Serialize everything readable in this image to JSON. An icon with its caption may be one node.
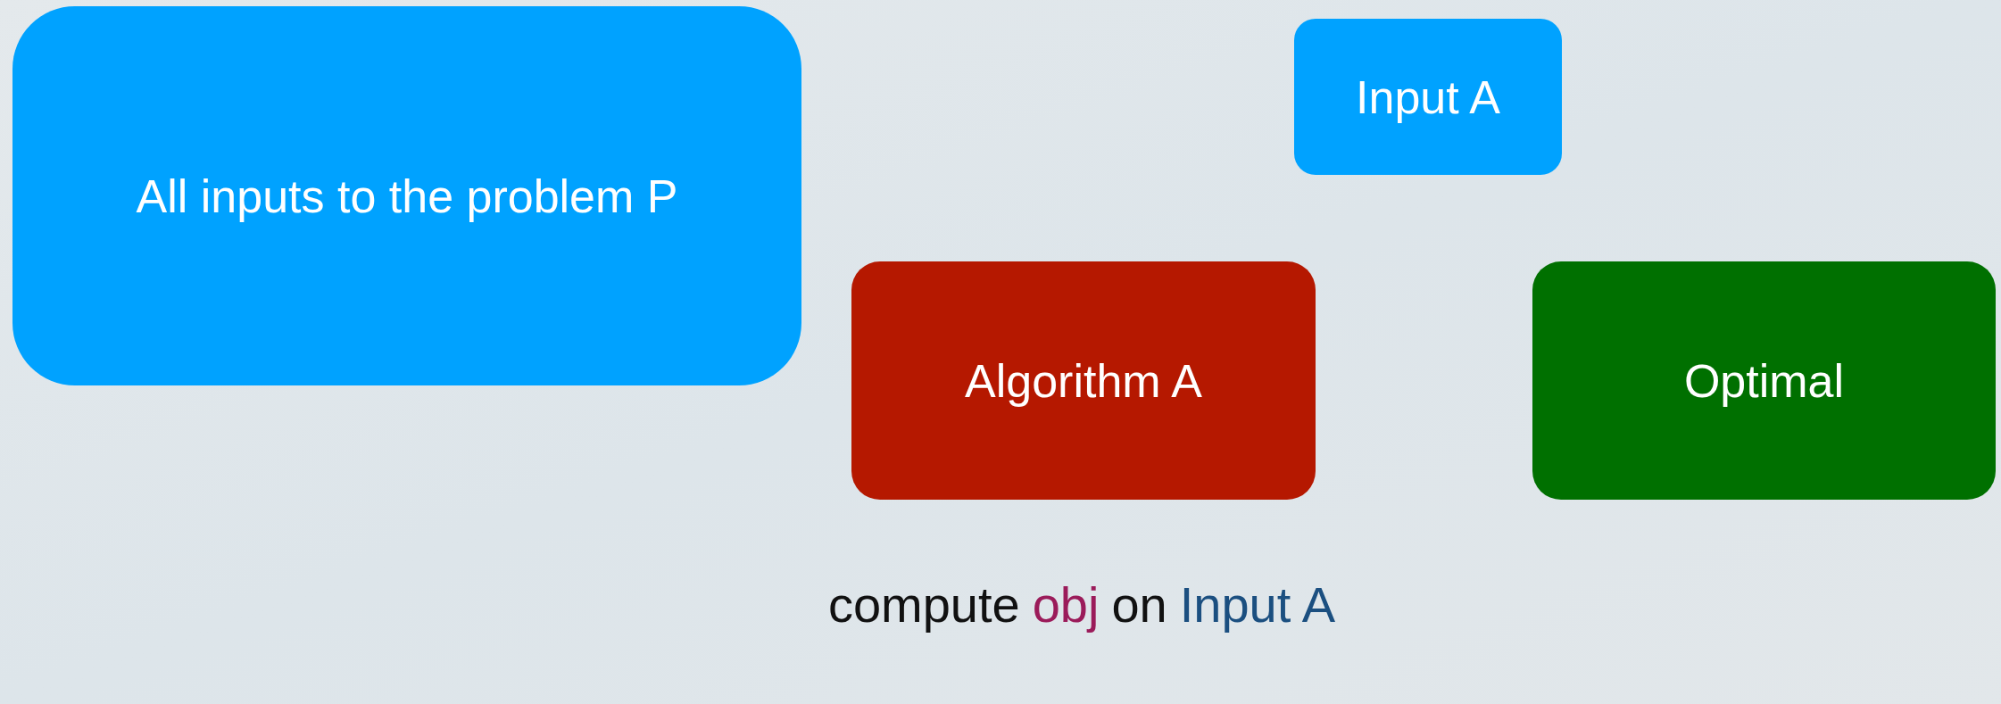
{
  "diagram": {
    "nodes": [
      {
        "text": [
          "All inputs to the problem P"
        ]
      },
      {
        "text": [
          "Input A"
        ]
      },
      {
        "text": [
          "Algorithm A"
        ]
      },
      {
        "text": [
          "Optimal"
        ]
      }
    ],
    "labels": [
      "compute",
      "obj",
      "on",
      "Input A"
    ]
  }
}
